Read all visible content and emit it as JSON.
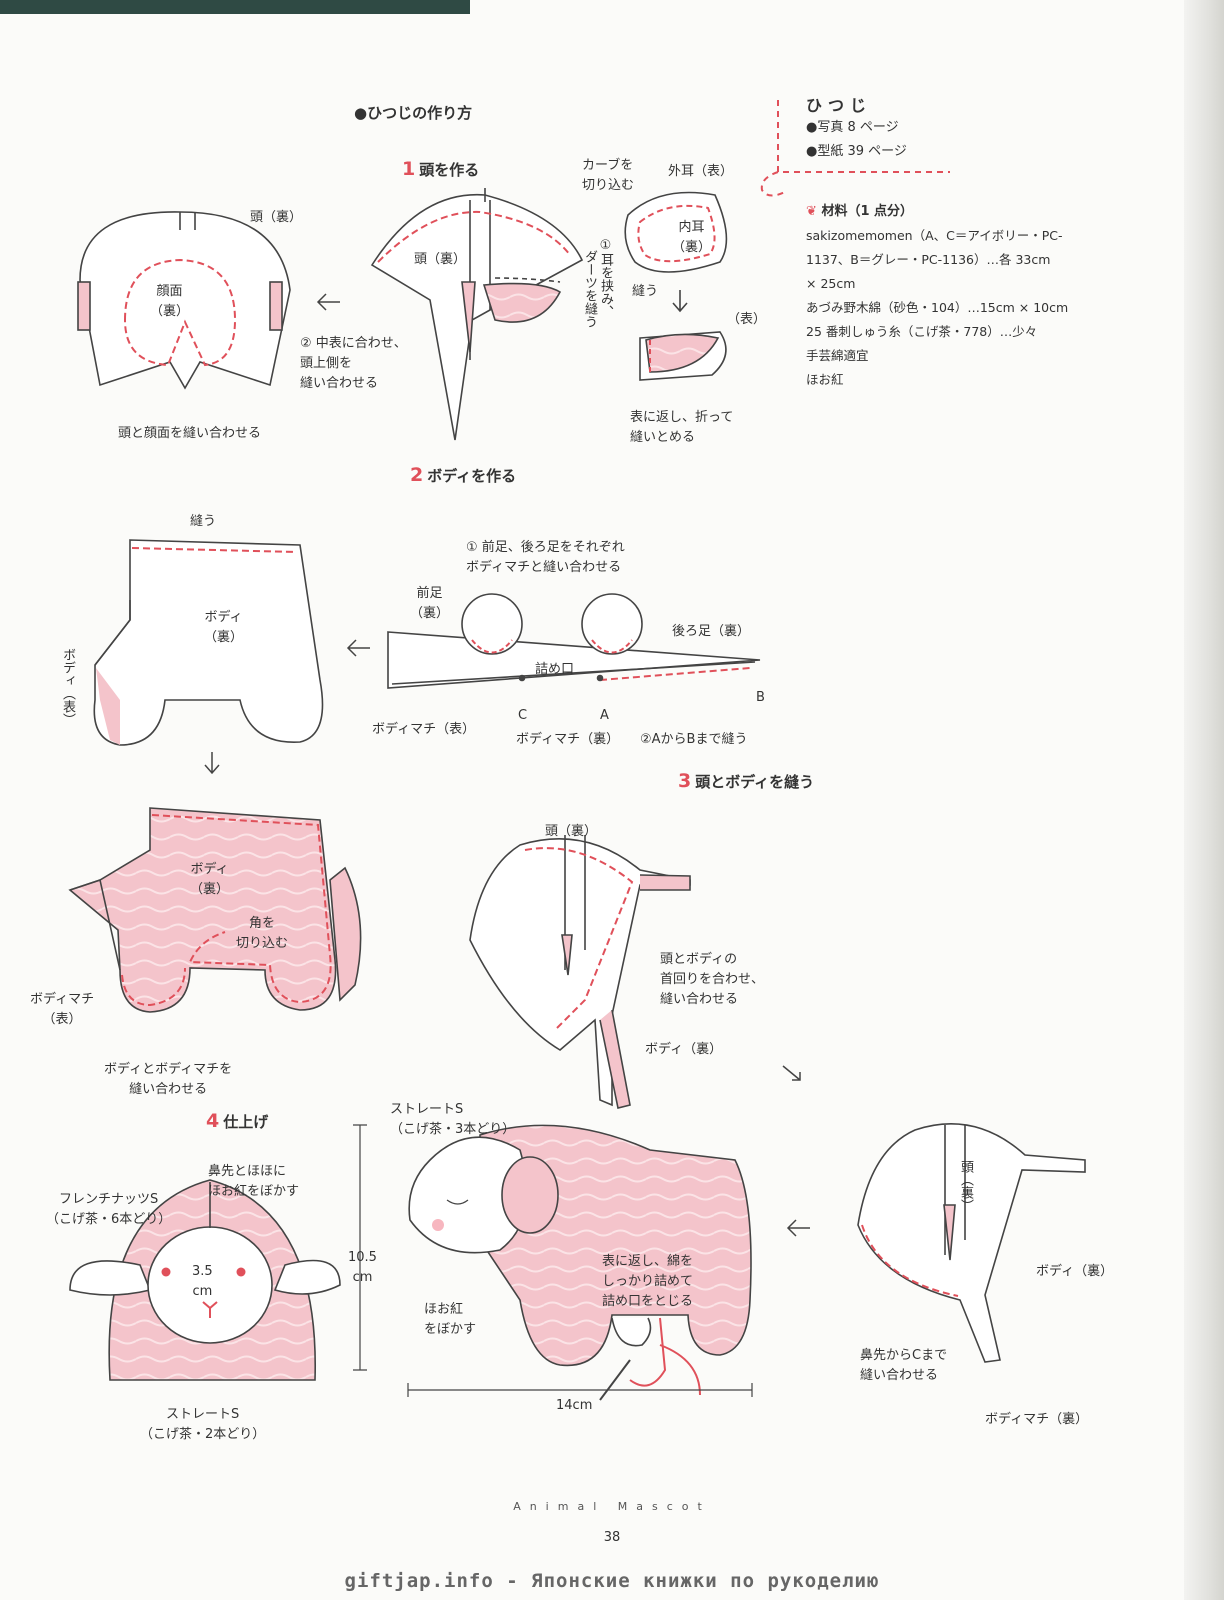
{
  "page": {
    "header_title": "●ひつじの作り方",
    "page_number": "38",
    "brand": "Animal Mascot",
    "watermark": "giftjap.info - Японские книжки по рукоделию"
  },
  "info": {
    "name": "ひつじ",
    "photo": "●写真 8 ページ",
    "pattern": "●型紙 39 ページ",
    "materials_heading": "材料（1 点分）",
    "materials": [
      "sakizomemomen（A、C＝アイボリー・PC-",
      "1137、B＝グレー・PC-1136）…各 33cm",
      "× 25cm",
      "あづみ野木綿（砂色・104）…15cm × 10cm",
      "25 番刺しゅう糸（こげ茶・778）…少々",
      "手芸綿適宜",
      "ほお紅"
    ]
  },
  "steps": [
    {
      "num": "1",
      "title": "頭を作る"
    },
    {
      "num": "2",
      "title": "ボディを作る"
    },
    {
      "num": "3",
      "title": "頭とボディを縫う"
    },
    {
      "num": "4",
      "title": "仕上げ"
    }
  ],
  "step1": {
    "head_ura_1": "頭（裏）",
    "face_ura": "顔面\n（裏）",
    "head_face_sew": "頭と顔面を縫い合わせる",
    "head_ura_2": "頭（裏）",
    "note2": "② 中表に合わせ、\n頭上側を\n縫い合わせる",
    "note1_vertical_a": "①耳を挟み、",
    "note1_vertical_b": "ダーツを縫う",
    "curve_cut": "カーブを\n切り込む",
    "outer_ear": "外耳（表）",
    "inner_ear": "内耳\n（裏）",
    "sew": "縫う",
    "omote": "（表）",
    "turn_fold": "表に返し、折って\n縫いとめる"
  },
  "step2": {
    "sew": "縫う",
    "body_ura": "ボディ\n（裏）",
    "body_omote_vertical": "ボディ（表）",
    "note1": "① 前足、後ろ足をそれぞれ\nボディマチと縫い合わせる",
    "front_leg": "前足\n（裏）",
    "back_leg": "後ろ足（裏）",
    "stuffing_opening": "詰め口",
    "label_c": "C",
    "label_a": "A",
    "label_b": "B",
    "gusset_omote": "ボディマチ（表）",
    "gusset_ura": "ボディマチ（裏）",
    "note2": "②AからBまで縫う",
    "body_ura_2": "ボディ\n（裏）",
    "corner_cut": "角を\n切り込む",
    "gusset_omote_2": "ボディマチ\n（表）",
    "body_gusset_sew": "ボディとボディマチを\n縫い合わせる"
  },
  "step3": {
    "head_ura": "頭（裏）",
    "neck_note": "頭とボディの\n首回りを合わせ、\n縫い合わせる",
    "body_ura": "ボディ（裏）",
    "head_ura_vertical": "頭（裏）",
    "body_ura_2": "ボディ（裏）",
    "nose_note": "鼻先からCまで\n縫い合わせる",
    "gusset_ura": "ボディマチ（裏）"
  },
  "step4": {
    "french_knot": "フレンチナッツS\n（こげ茶・6本どり）",
    "blush_note": "鼻先とほほに\nほお紅をぼかす",
    "width_dim": "3.5\ncm",
    "straight_2": "ストレートS\n（こげ茶・2本どり）",
    "straight_3": "ストレートS\n（こげ茶・3本どり）",
    "height_dim": "10.5\ncm",
    "cheek_blush": "ほお紅\nをぼかす",
    "stuff_note": "表に返し、綿を\nしっかり詰めて\n詰め口をとじる",
    "length_dim": "14cm"
  },
  "colors": {
    "accent_red": "#e0505a",
    "fabric_pink": "#f4c4cb",
    "line": "#444444",
    "header_bar": "#2f4a44"
  }
}
